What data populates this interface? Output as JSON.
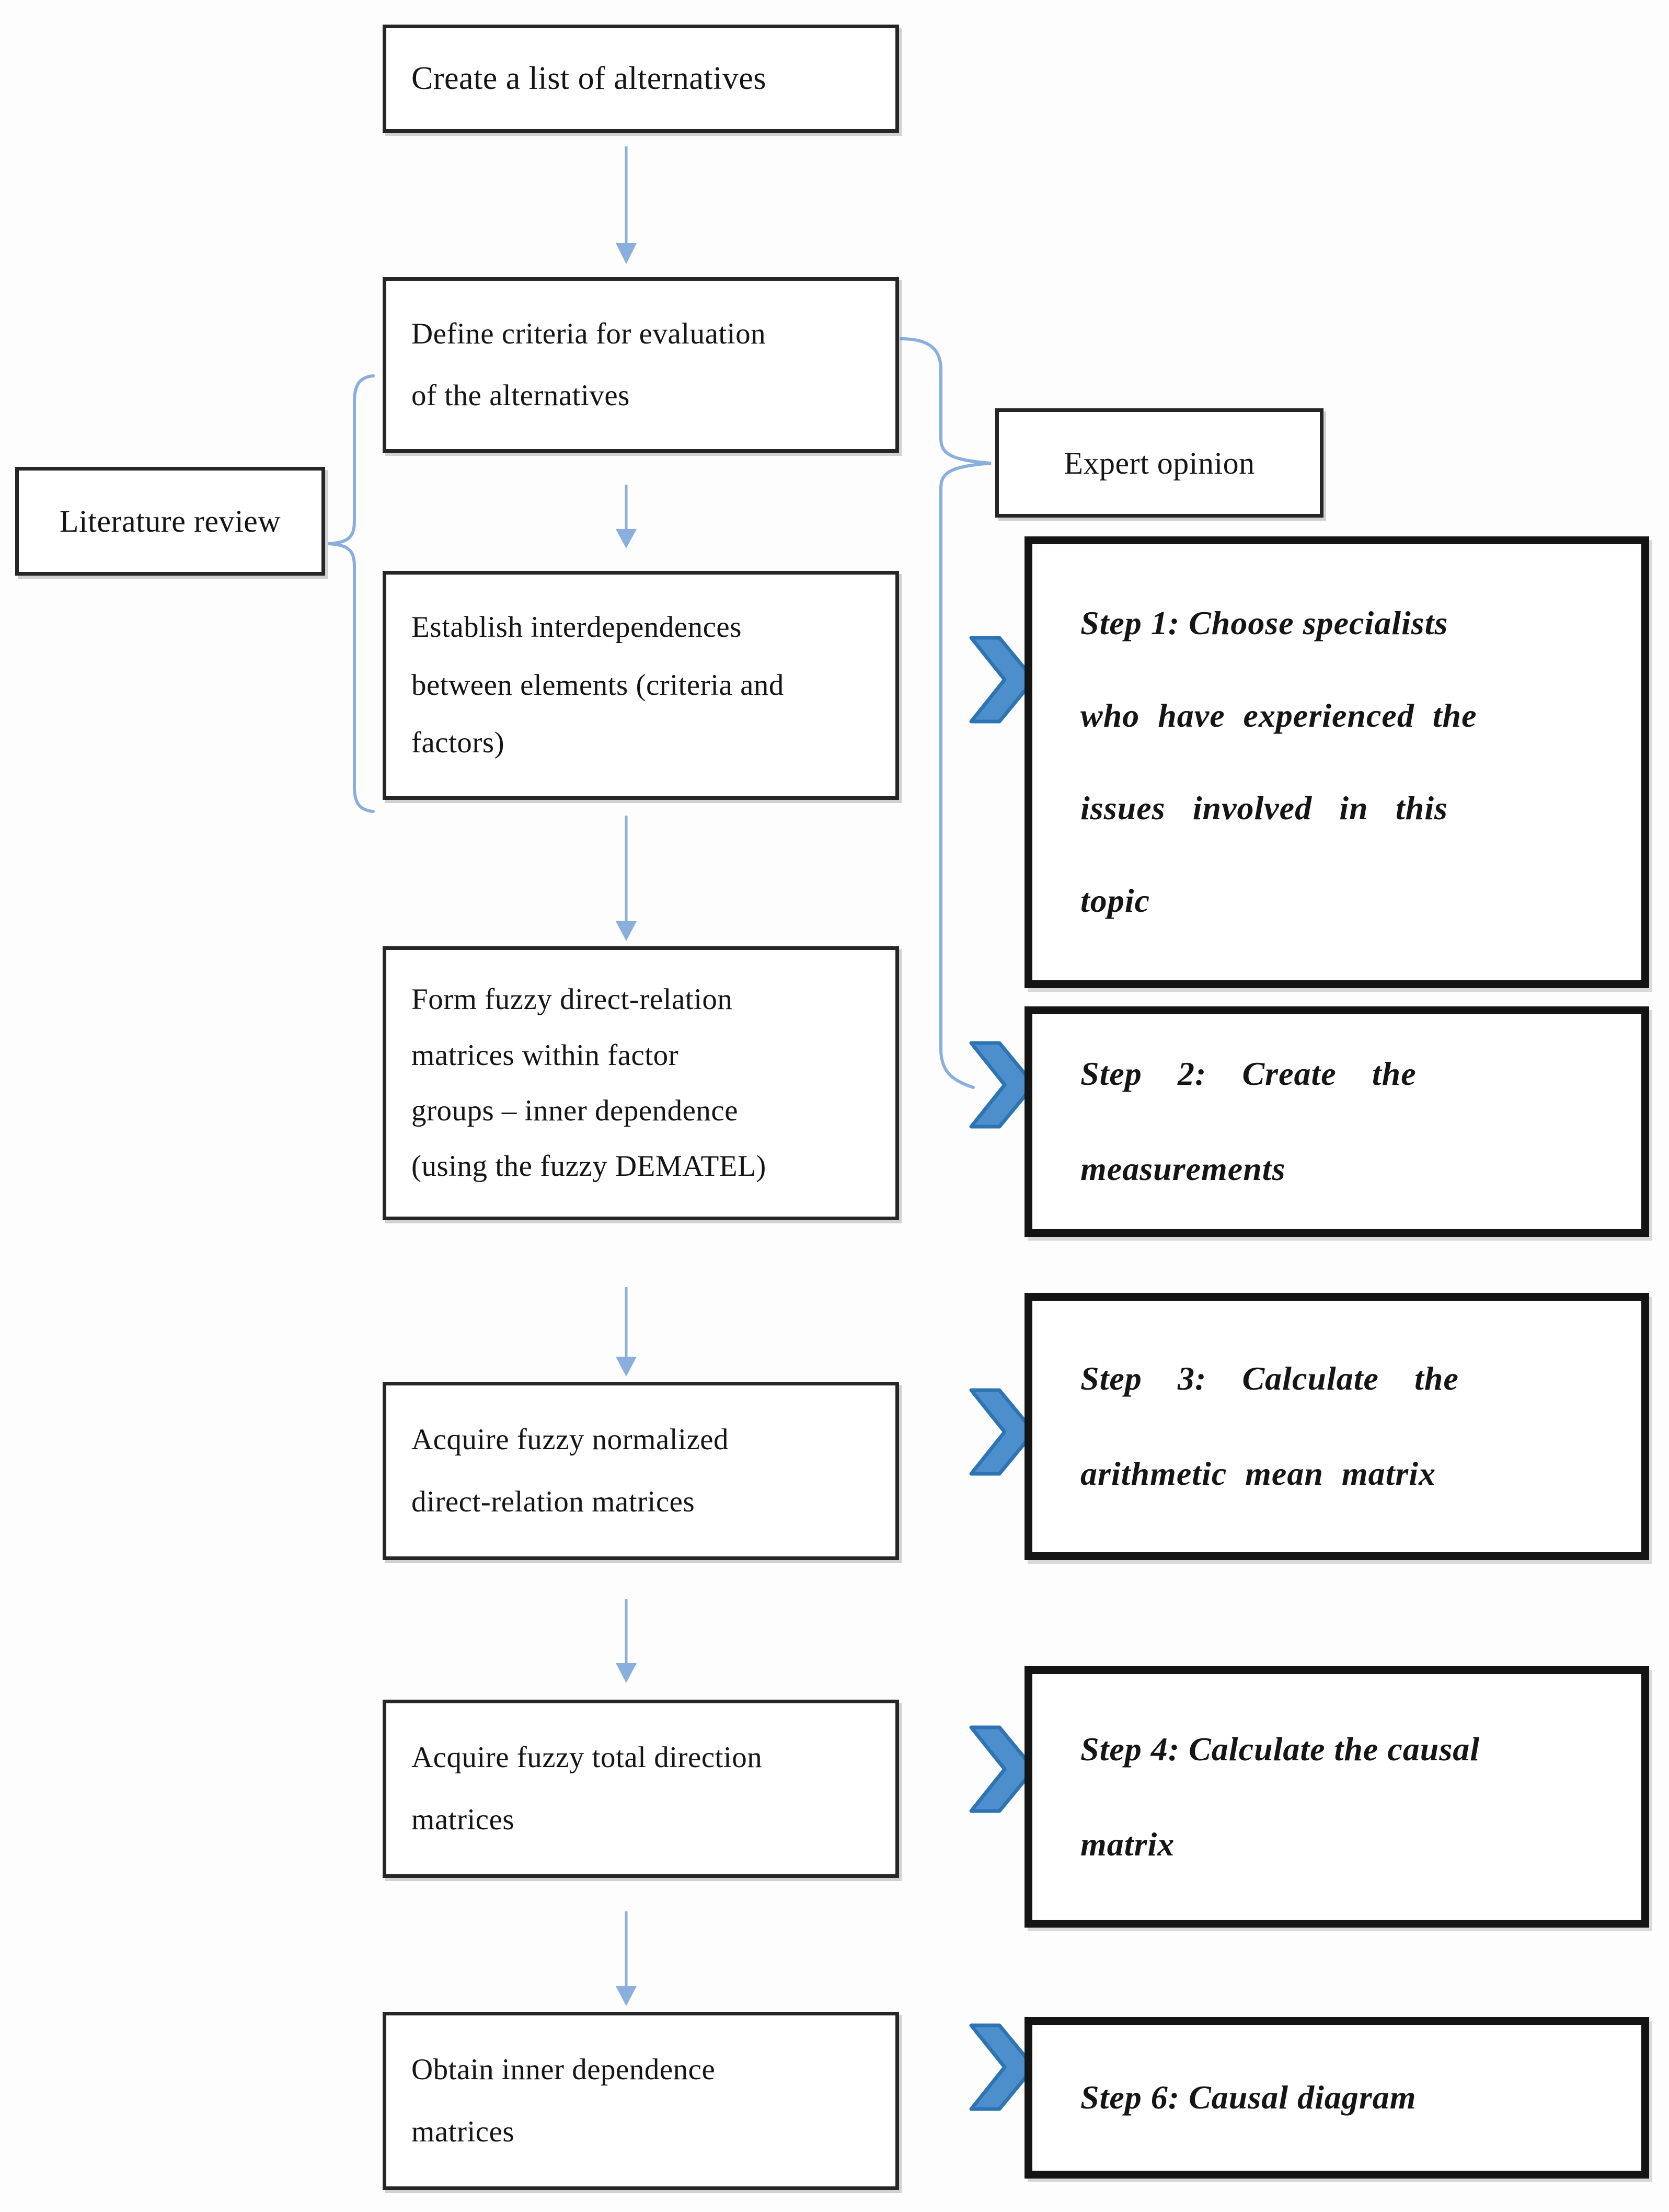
{
  "theme": {
    "background": "#fdfdfd",
    "box_bg": "#ffffff",
    "border_color": "#262626",
    "step_border_color": "#141414",
    "text_color": "#151515",
    "line_blue": "#8aaede",
    "chevron_fill": "#4d8fcc",
    "chevron_stroke": "#2e74b5"
  },
  "boxes": {
    "create_list": {
      "line1": "Create a list of alternatives"
    },
    "define_criteria": {
      "line1": "Define criteria for evaluation",
      "line2": "of the alternatives"
    },
    "establish": {
      "line1": "Establish interdependences",
      "line2": "between elements (criteria and",
      "line3": "factors)"
    },
    "form_fuzzy": {
      "line1": "Form fuzzy direct-relation",
      "line2": "matrices within factor",
      "line3": "groups – inner dependence",
      "line4": "(using the fuzzy DEMATEL)"
    },
    "acquire_normalized": {
      "line1": "Acquire fuzzy normalized",
      "line2": "direct-relation matrices"
    },
    "acquire_total": {
      "line1": "Acquire fuzzy total direction",
      "line2": "matrices"
    },
    "obtain_inner": {
      "line1": "Obtain inner dependence",
      "line2": "matrices"
    },
    "literature_review": {
      "label": "Literature review"
    },
    "expert_opinion": {
      "label": "Expert opinion"
    }
  },
  "steps": {
    "step1": {
      "line1": "Step 1: Choose specialists",
      "line2": "who have experienced the",
      "line3": "issues involved in this",
      "line4": "topic"
    },
    "step2": {
      "line1": "Step 2: Create the",
      "line2": "measurements"
    },
    "step3": {
      "line1": "Step 3: Calculate the",
      "line2": "arithmetic mean matrix"
    },
    "step4": {
      "line1": "Step 4: Calculate the causal",
      "line2": "matrix"
    },
    "step6": {
      "line1": "Step 6: Causal diagram"
    }
  }
}
